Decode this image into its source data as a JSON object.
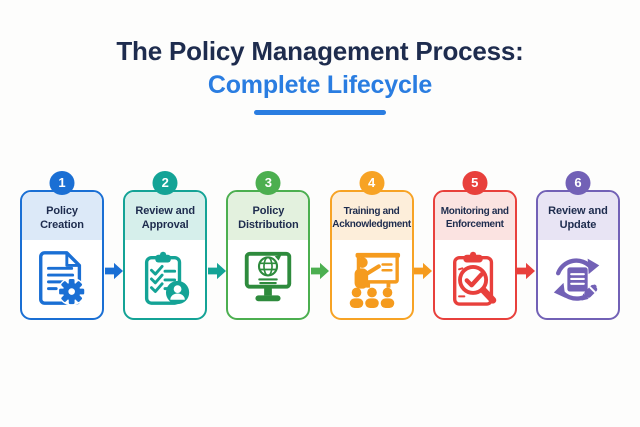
{
  "background_color": "#fdfdfc",
  "title": {
    "line1": "The Policy Management Process:",
    "line2": "Complete Lifecycle",
    "line1_color": "#1e2c4e",
    "line2_color": "#2a7de1",
    "underline_color": "#2a7de1"
  },
  "steps": [
    {
      "number": "1",
      "label": "Policy Creation",
      "icon": "document-gear-icon",
      "accent": "#1a6fd4",
      "icon_color": "#1a6fd4",
      "header_bg": "#dce9f8"
    },
    {
      "number": "2",
      "label": "Review and Approval",
      "icon": "clipboard-checklist-person-icon",
      "accent": "#14a396",
      "icon_color": "#14a396",
      "header_bg": "#d6efeb"
    },
    {
      "number": "3",
      "label": "Policy Distribution",
      "icon": "monitor-globe-icon",
      "accent": "#4caf50",
      "icon_color": "#2e8b3d",
      "header_bg": "#e3f1de"
    },
    {
      "number": "4",
      "label": "Training and Acknowledgment",
      "icon": "presenter-training-icon",
      "accent": "#f7a325",
      "icon_color": "#f59b1e",
      "header_bg": "#fdeeda"
    },
    {
      "number": "5",
      "label": "Monitoring and Enforcement",
      "icon": "clipboard-magnifier-check-icon",
      "accent": "#e8403c",
      "icon_color": "#e8403c",
      "header_bg": "#fbe3e1"
    },
    {
      "number": "6",
      "label": "Review and Update",
      "icon": "refresh-document-pencil-icon",
      "accent": "#7261b6",
      "icon_color": "#7261b6",
      "header_bg": "#e8e4f4"
    }
  ],
  "arrow_colors": [
    "#1a6fd4",
    "#14a396",
    "#4caf50",
    "#f59b1e",
    "#e8403c"
  ]
}
